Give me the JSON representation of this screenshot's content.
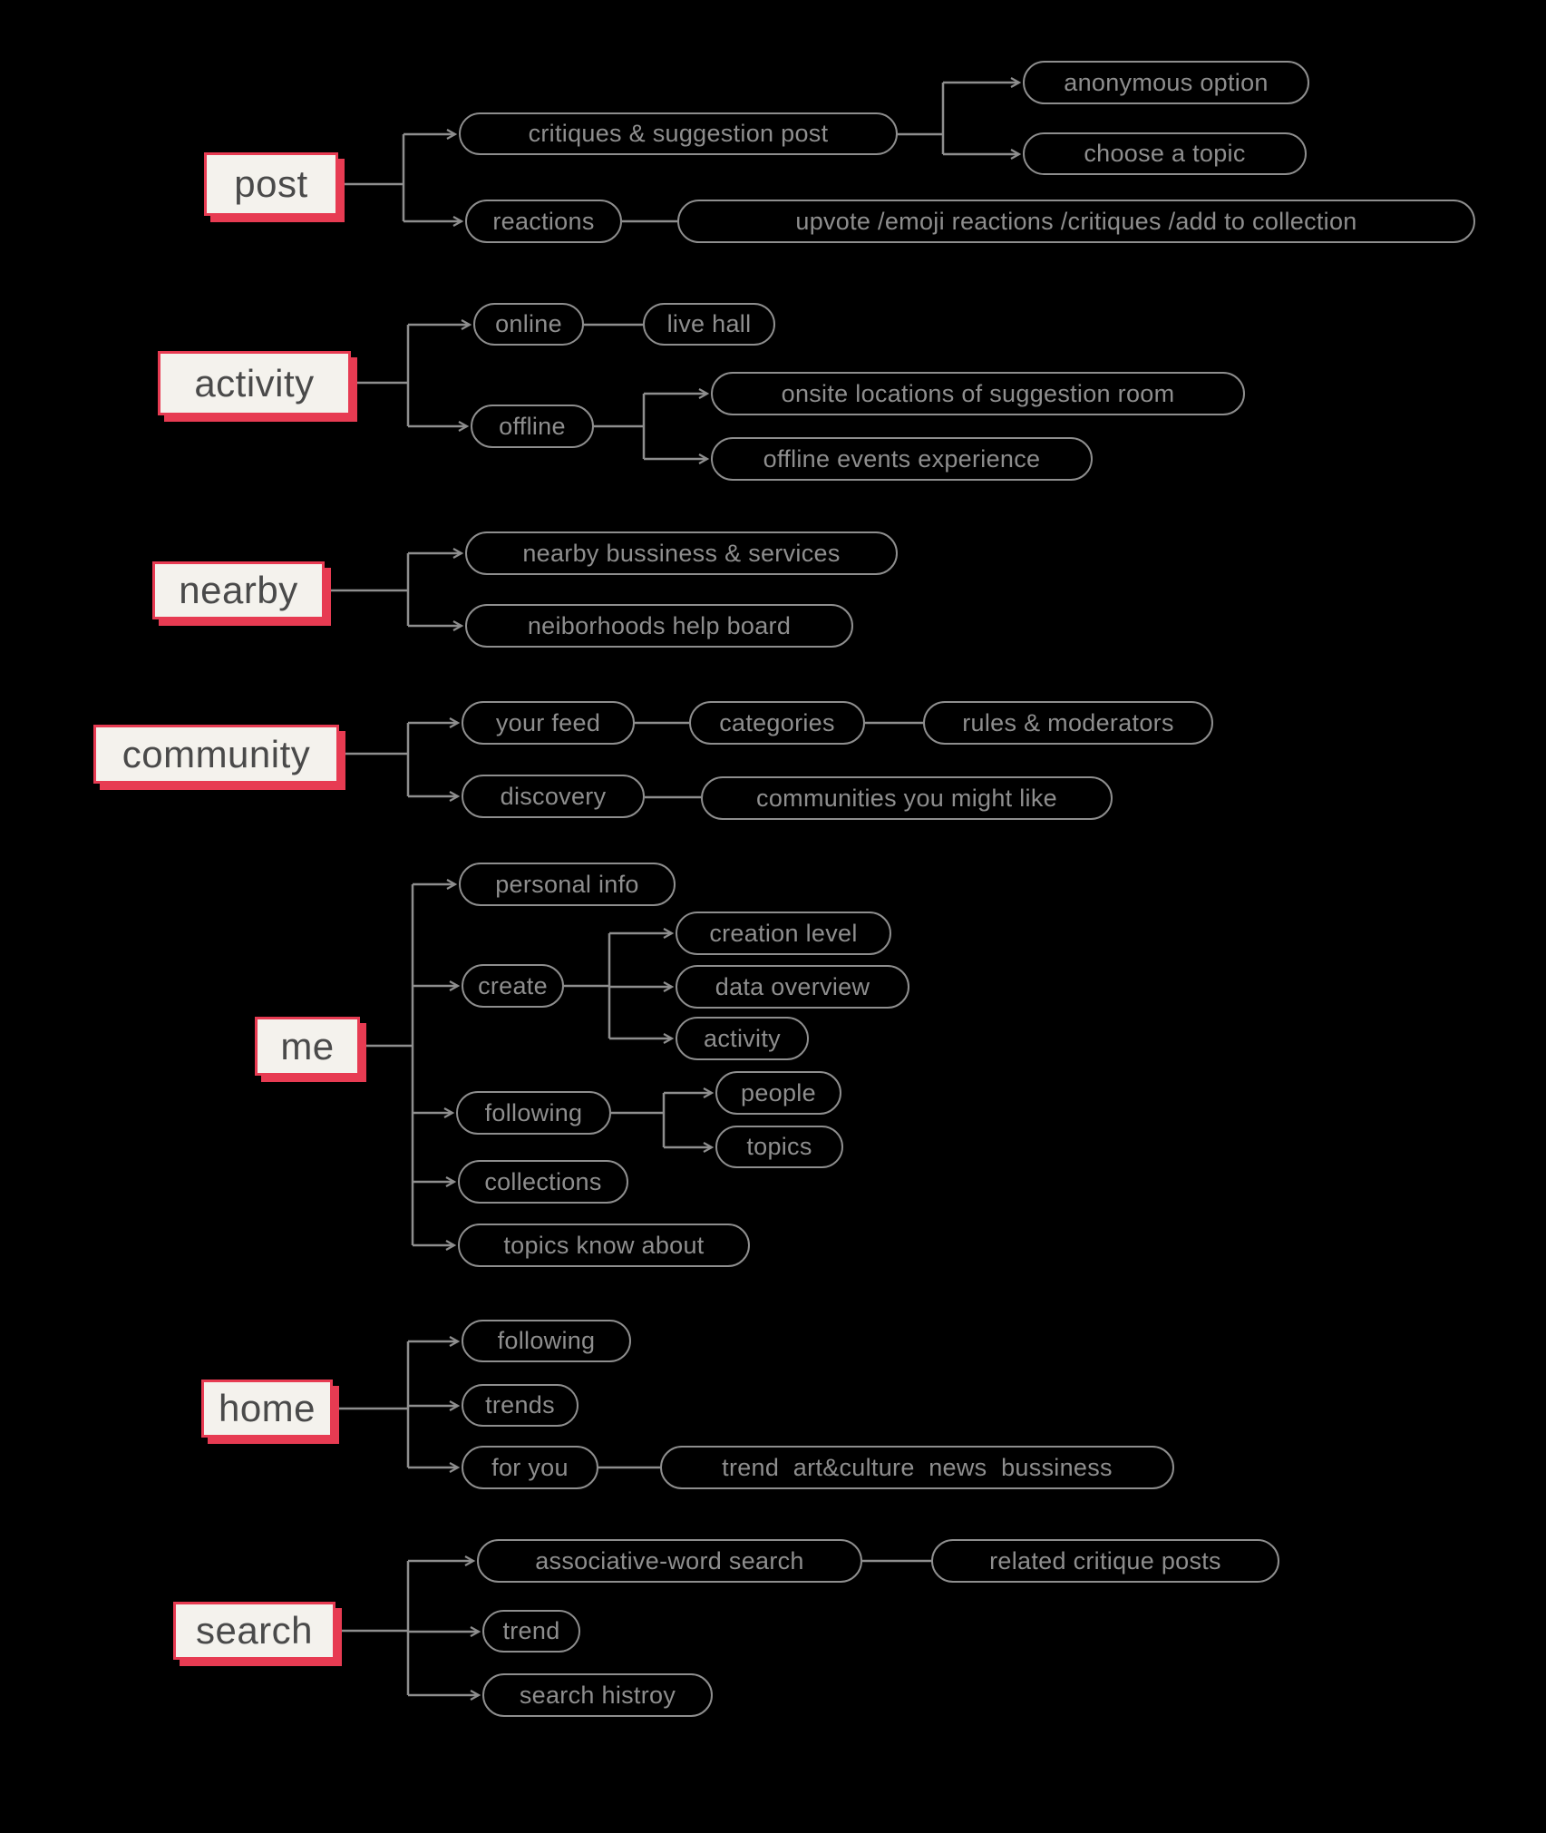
{
  "page": {
    "background": "#000000"
  },
  "colors": {
    "root_fill": "#f4f2ed",
    "root_accent": "#e73b52",
    "root_text": "#4a4a4a",
    "pill_outline": "#8e8e8e",
    "pill_text": "#8e8e8e",
    "connector": "#8e8e8e"
  },
  "tree": [
    {
      "label": "post",
      "children": [
        {
          "label": "critiques & suggestion post",
          "children": [
            {
              "label": "anonymous option"
            },
            {
              "label": "choose a topic"
            }
          ]
        },
        {
          "label": "reactions",
          "children": [
            {
              "label": "upvote /emoji reactions /critiques /add to collection"
            }
          ]
        }
      ]
    },
    {
      "label": "activity",
      "children": [
        {
          "label": "online",
          "children": [
            {
              "label": "live hall"
            }
          ]
        },
        {
          "label": "offline",
          "children": [
            {
              "label": "onsite locations of suggestion room"
            },
            {
              "label": "offline events experience"
            }
          ]
        }
      ]
    },
    {
      "label": "nearby",
      "children": [
        {
          "label": "nearby bussiness & services"
        },
        {
          "label": "neiborhoods help board"
        }
      ]
    },
    {
      "label": "community",
      "children": [
        {
          "label": "your feed",
          "children": [
            {
              "label": "categories",
              "children": [
                {
                  "label": "rules & moderators"
                }
              ]
            }
          ]
        },
        {
          "label": "discovery",
          "children": [
            {
              "label": "communities you might like"
            }
          ]
        }
      ]
    },
    {
      "label": "me",
      "children": [
        {
          "label": "personal info"
        },
        {
          "label": "create",
          "children": [
            {
              "label": "creation level"
            },
            {
              "label": "data overview"
            },
            {
              "label": "activity"
            }
          ]
        },
        {
          "label": "following",
          "children": [
            {
              "label": "people"
            },
            {
              "label": "topics"
            }
          ]
        },
        {
          "label": "collections"
        },
        {
          "label": "topics know about"
        }
      ]
    },
    {
      "label": "home",
      "children": [
        {
          "label": "following"
        },
        {
          "label": "trends"
        },
        {
          "label": "for you",
          "children": [
            {
              "label": "trend  art&culture  news  bussiness"
            }
          ]
        }
      ]
    },
    {
      "label": "search",
      "children": [
        {
          "label": "associative-word search",
          "children": [
            {
              "label": "related critique posts"
            }
          ]
        },
        {
          "label": "trend"
        },
        {
          "label": "search histroy"
        }
      ]
    }
  ]
}
